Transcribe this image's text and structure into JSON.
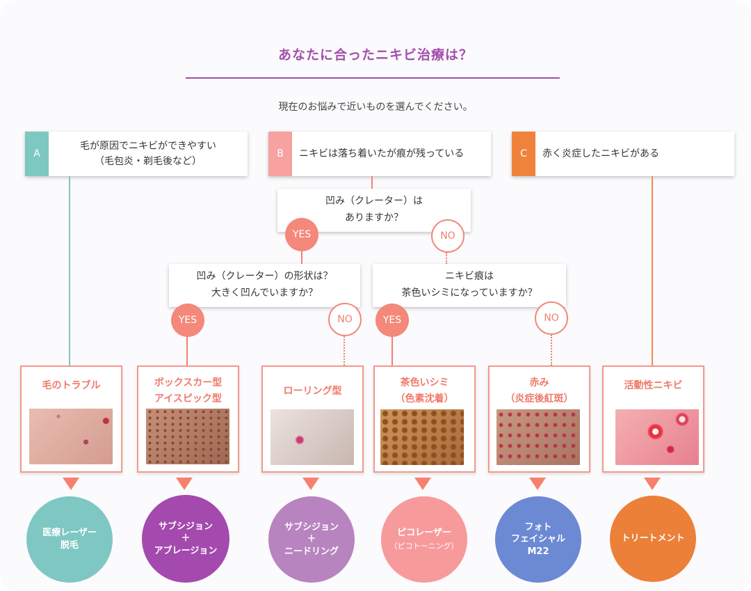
{
  "header": {
    "title": "あなたに合ったニキビ治療は？",
    "subtitle": "現在のお悩みで近いものを選んでください。"
  },
  "colors": {
    "title": "#a24eac",
    "cat_a": "#7dc8c1",
    "cat_b": "#f7a1a0",
    "cat_c": "#ef833c",
    "accent": "#f4887a"
  },
  "categories": [
    {
      "letter": "A",
      "line1": "毛が原因でニキビができやすい",
      "line2": "（毛包炎・剃毛後など）"
    },
    {
      "letter": "B",
      "line1": "ニキビは落ち着いたが痕が残っている",
      "line2": ""
    },
    {
      "letter": "C",
      "line1": "赤く炎症したニキビがある",
      "line2": ""
    }
  ],
  "questions": {
    "q1": {
      "line1": "凹み（クレーター）は",
      "line2": "ありますか？"
    },
    "q2": {
      "line1": "凹み（クレーター）の形状は？",
      "line2": "大きく凹んでいますか？"
    },
    "q3": {
      "line1": "ニキビ痕は",
      "line2": "茶色いシミになっていますか？"
    }
  },
  "answers": {
    "yes": "YES",
    "no": "NO"
  },
  "results": [
    {
      "line1": "毛のトラブル",
      "line2": ""
    },
    {
      "line1": "ボックスカー型",
      "line2": "アイスピック型"
    },
    {
      "line1": "ローリング型",
      "line2": ""
    },
    {
      "line1": "茶色いシミ",
      "line2": "（色素沈着）"
    },
    {
      "line1": "赤み",
      "line2": "（炎症後紅斑）"
    },
    {
      "line1": "活動性ニキビ",
      "line2": ""
    }
  ],
  "treatments": [
    {
      "line1": "医療レーザー",
      "line2": "脱毛",
      "line3": "",
      "sub": "",
      "color": "#7fc7c2"
    },
    {
      "line1": "サブシジョン",
      "line2": "＋",
      "line3": "アブレージョン",
      "sub": "",
      "color": "#a449ae"
    },
    {
      "line1": "サブシジョン",
      "line2": "＋",
      "line3": "ニードリング",
      "sub": "",
      "color": "#b884c0"
    },
    {
      "line1": "ピコレーザー",
      "line2": "",
      "line3": "",
      "sub": "（ピコトーニング）",
      "color": "#f79a9c"
    },
    {
      "line1": "フォト",
      "line2": "フェイシャル",
      "line3": "M22",
      "sub": "",
      "color": "#6c89d4"
    },
    {
      "line1": "トリートメント",
      "line2": "",
      "line3": "",
      "sub": "",
      "color": "#ec8038"
    }
  ]
}
